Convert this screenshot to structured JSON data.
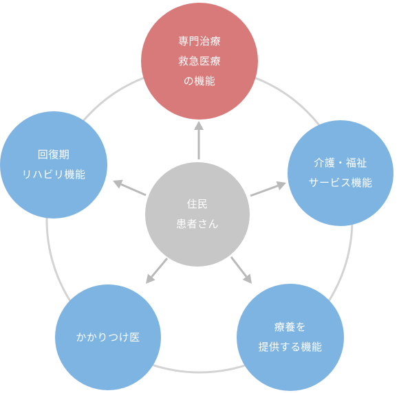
{
  "colors": {
    "ring": "#d3d3d3",
    "arrow": "#b9b9b9",
    "highlight": "#d97a7a",
    "node": "#7eb4e2",
    "center": "#c7c7c7"
  },
  "center": {
    "lines": [
      "住民",
      "患者さん"
    ]
  },
  "nodes": {
    "top": {
      "lines": [
        "専門治療",
        "救急医療",
        "の機能"
      ]
    },
    "right": {
      "lines": [
        "介護・福祉",
        "サービス機能"
      ]
    },
    "bottom_right": {
      "lines": [
        "療養を",
        "提供する機能"
      ]
    },
    "bottom_left": {
      "lines": [
        "かかりつけ医"
      ]
    },
    "left": {
      "lines": [
        "回復期",
        "リハビリ機能"
      ]
    }
  }
}
